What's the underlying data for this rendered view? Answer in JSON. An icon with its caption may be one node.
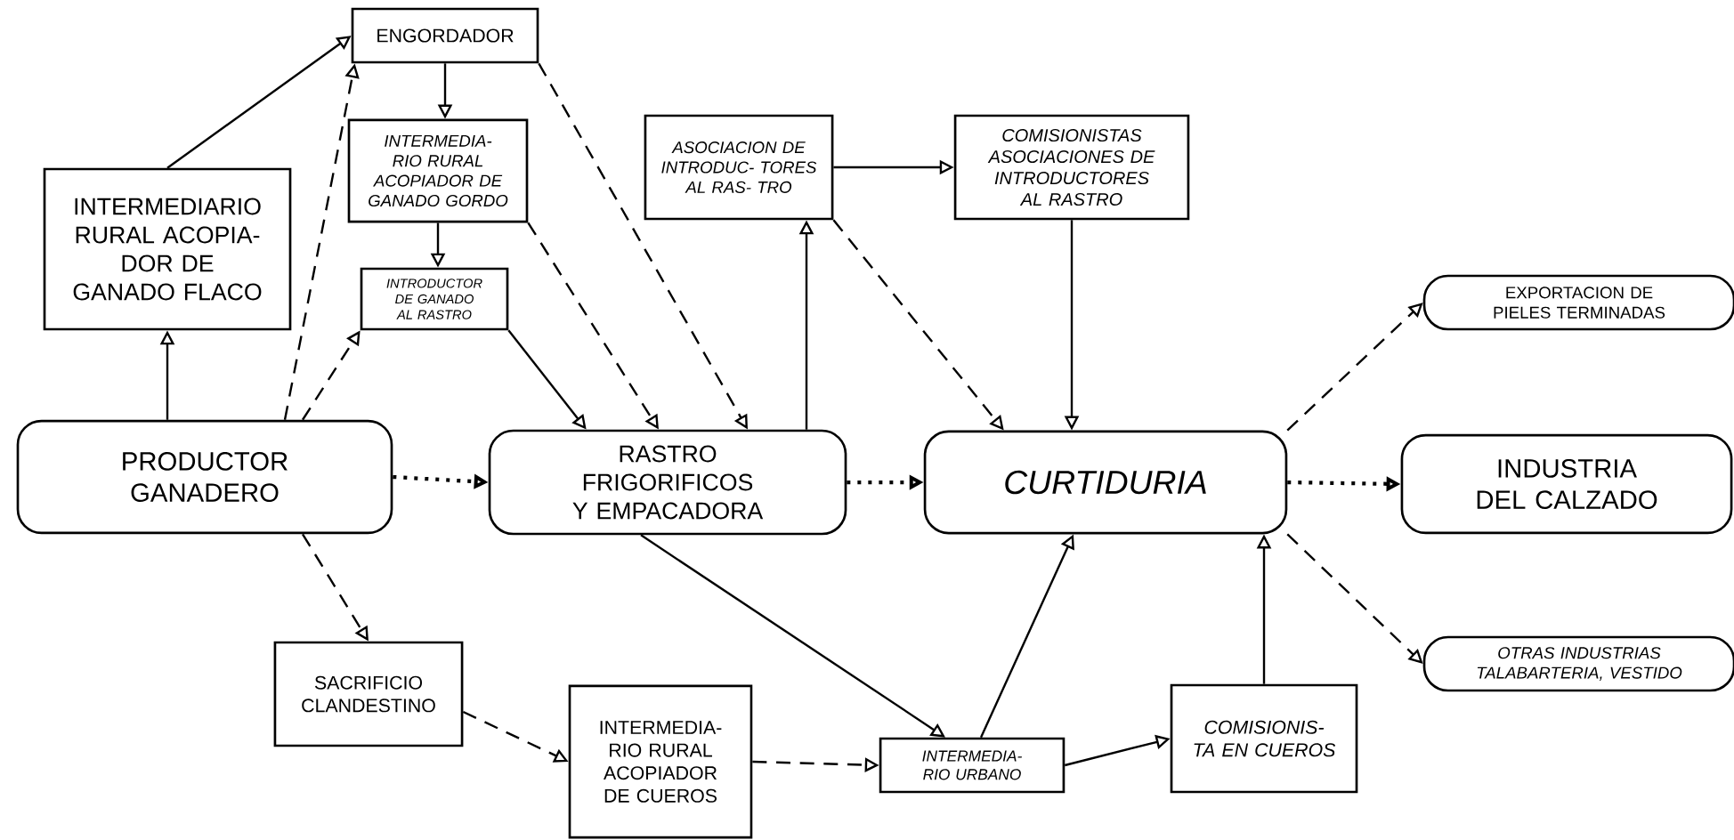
{
  "diagram": {
    "nodes": [
      {
        "text": [
          "ENGORDADOR"
        ]
      },
      {
        "text": [
          "INTERMEDIARIO RURAL ACOPIA- DOR DE GANADO FLACO"
        ]
      },
      {
        "text": [
          "INTERMEDIA- RIO RURAL ACOPIADOR DE GANADO GORDO"
        ]
      },
      {
        "text": [
          "INTRODUCTOR DE GANADO AL RASTRO"
        ]
      },
      {
        "text": [
          "PRODUCTOR GANADERO"
        ]
      },
      {
        "text": [
          "RASTRO FRIGORIFICOS Y EMPACADORA"
        ]
      },
      {
        "text": [
          "ASOCIACION DE INTRODUC- TORES AL RAS- TRO"
        ]
      },
      {
        "text": [
          "COMISIONISTAS ASOCIACIONES DE INTRODUCTORES AL RASTRO"
        ]
      },
      {
        "text": [
          "CURTIDURIA"
        ]
      },
      {
        "text": [
          "EXPORTACION DE PIELES TERMINADAS"
        ]
      },
      {
        "text": [
          "INDUSTRIA DEL CALZADO"
        ]
      },
      {
        "text": [
          "OTRAS INDUSTRIAS TALABARTERIA, VESTIDO"
        ]
      },
      {
        "text": [
          "SACRIFICIO CLANDESTINO"
        ]
      },
      {
        "text": [
          "INTERMEDIA- RIO RURAL ACOPIADOR DE CUEROS"
        ]
      },
      {
        "text": [
          "INTERMEDIA- RIO URBANO"
        ]
      },
      {
        "text": [
          "COMISIONIS- TA EN CUEROS"
        ]
      }
    ],
    "edges": [
      {
        "from": 4,
        "to": 1,
        "arrow": "to"
      },
      {
        "from": 1,
        "to": 0,
        "arrow": "to"
      },
      {
        "from": 4,
        "to": 0,
        "arrow": "to",
        "style": "dashed"
      },
      {
        "from": 0,
        "to": 2,
        "arrow": "to"
      },
      {
        "from": 2,
        "to": 3,
        "arrow": "to"
      },
      {
        "from": 4,
        "to": 3,
        "arrow": "to",
        "style": "dashed"
      },
      {
        "from": 3,
        "to": 5,
        "arrow": "to"
      },
      {
        "from": 2,
        "to": 5,
        "arrow": "to",
        "style": "dashed"
      },
      {
        "from": 0,
        "to": 5,
        "arrow": "to",
        "style": "dashed"
      },
      {
        "from": 4,
        "to": 5,
        "arrow": "to",
        "style": "dashed"
      },
      {
        "from": 5,
        "to": 6,
        "arrow": "to"
      },
      {
        "from": 6,
        "to": 7,
        "arrow": "to"
      },
      {
        "from": 6,
        "to": 8,
        "arrow": "to",
        "style": "dashed"
      },
      {
        "from": 7,
        "to": 8,
        "arrow": "to"
      },
      {
        "from": 5,
        "to": 8,
        "arrow": "to",
        "style": "dashed"
      },
      {
        "from": 8,
        "to": 9,
        "arrow": "to",
        "style": "dashed"
      },
      {
        "from": 8,
        "to": 10,
        "arrow": "to",
        "style": "dashed"
      },
      {
        "from": 8,
        "to": 11,
        "arrow": "to",
        "style": "dashed"
      },
      {
        "from": 4,
        "to": 12,
        "arrow": "to",
        "style": "dashed"
      },
      {
        "from": 12,
        "to": 13,
        "arrow": "to",
        "style": "dashed"
      },
      {
        "from": 13,
        "to": 14,
        "arrow": "to",
        "style": "dashed"
      },
      {
        "from": 5,
        "to": 14,
        "arrow": "to"
      },
      {
        "from": 14,
        "to": 8,
        "arrow": "to"
      },
      {
        "from": 14,
        "to": 15,
        "arrow": "to"
      },
      {
        "from": 15,
        "to": 8,
        "arrow": "to"
      }
    ]
  }
}
